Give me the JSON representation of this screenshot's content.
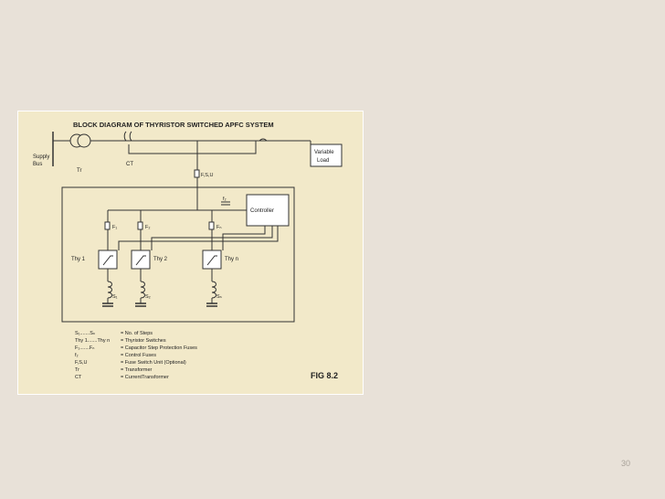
{
  "slide": {
    "page_number": "30"
  },
  "diagram": {
    "title": "BLOCK DIAGRAM OF THYRISTOR SWITCHED APFC SYSTEM",
    "fig_label": "FIG 8.2",
    "labels": {
      "supply": "Supply",
      "bus": "Bus",
      "tr": "Tr",
      "ct": "CT",
      "variable": "Variable",
      "load": "Load",
      "fsu": "F,S,U",
      "f2": "f₂",
      "controller": "Controller",
      "f1": "F₁",
      "f2cap": "F₂",
      "fn": "Fₙ",
      "thy1": "Thy 1",
      "thy2": "Thy 2",
      "thyn": "Thy n",
      "s1": "S₁",
      "s2": "S₂",
      "sn": "Sₙ"
    },
    "legend": [
      {
        "symbol": "S₁.......Sₙ",
        "meaning": "= No. of Steps"
      },
      {
        "symbol": "Thy 1.......Thy n",
        "meaning": "= Thyristor Switches"
      },
      {
        "symbol": "F₁.......Fₙ",
        "meaning": "= Capacitor Step Protection Fuses"
      },
      {
        "symbol": "f₂",
        "meaning": "= Control Fuses"
      },
      {
        "symbol": "F,S,U",
        "meaning": "= Fuse Switch Unit (Optional)"
      },
      {
        "symbol": "Tr",
        "meaning": "= Transformer"
      },
      {
        "symbol": "CT",
        "meaning": "= CurrentTransformer"
      }
    ]
  }
}
